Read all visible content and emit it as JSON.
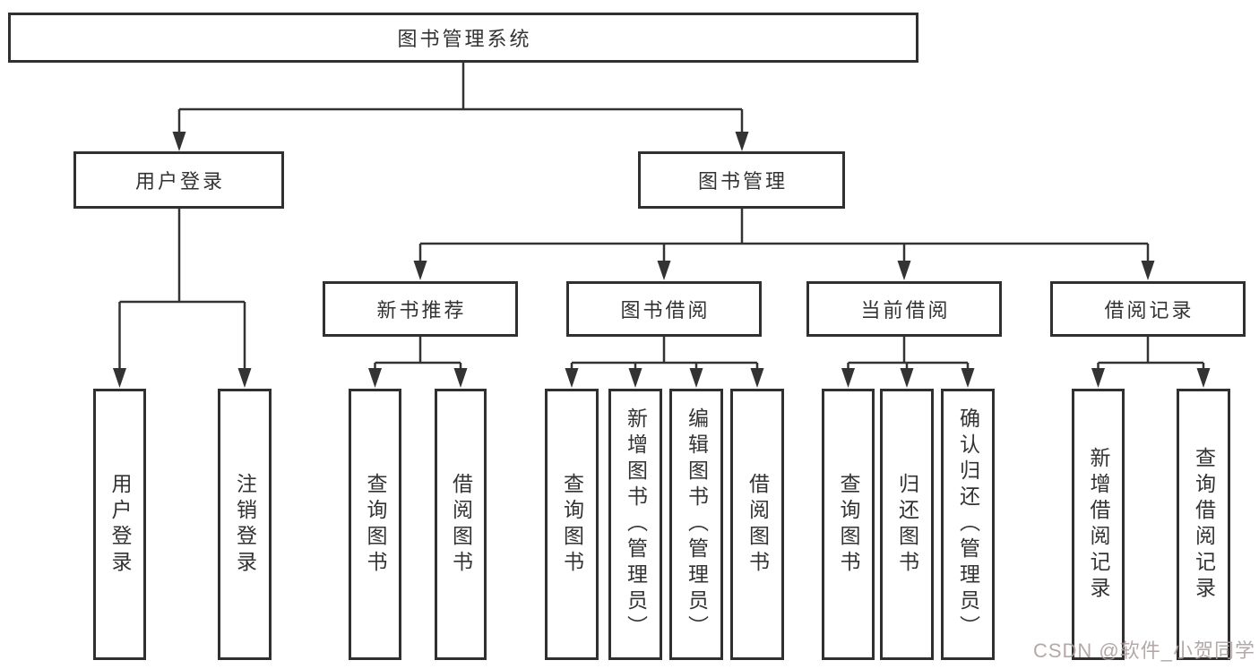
{
  "colors": {
    "line": "#333333",
    "box_border": "#303030",
    "box_fill": "#ffffff",
    "text": "#333333",
    "watermark": "#ac9e9e"
  },
  "watermark": "CSDN @软件_小贺同学",
  "nodes": {
    "root": "图书管理系统",
    "user_login": "用户登录",
    "book_mgmt": "图书管理",
    "new_book_rec": "新书推荐",
    "book_borrow": "图书借阅",
    "current_borrow": "当前借阅",
    "borrow_records": "借阅记录",
    "leaf_user_login": "用户登录",
    "leaf_logout": "注销登录",
    "leaf_rec_query_books": "查询图书",
    "leaf_rec_borrow_books": "借阅图书",
    "leaf_bb_query_books": "查询图书",
    "leaf_bb_add_books": "新增图书（管理员）",
    "leaf_bb_edit_books": "编辑图书（管理员）",
    "leaf_bb_borrow_books": "借阅图书",
    "leaf_cb_query_books": "查询图书",
    "leaf_cb_return_books": "归还图书",
    "leaf_cb_confirm_return": "确认归还（管理员）",
    "leaf_br_add_record": "新增借阅记录",
    "leaf_br_query_record": "查询借阅记录"
  },
  "hierarchy": {
    "图书管理系统": {
      "用户登录": [
        "用户登录",
        "注销登录"
      ],
      "图书管理": {
        "新书推荐": [
          "查询图书",
          "借阅图书"
        ],
        "图书借阅": [
          "查询图书",
          "新增图书（管理员）",
          "编辑图书（管理员）",
          "借阅图书"
        ],
        "当前借阅": [
          "查询图书",
          "归还图书",
          "确认归还（管理员）"
        ],
        "借阅记录": [
          "新增借阅记录",
          "查询借阅记录"
        ]
      }
    }
  }
}
